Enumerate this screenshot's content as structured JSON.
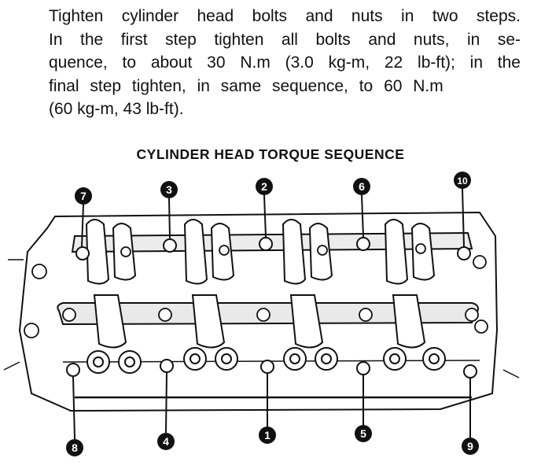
{
  "instructions": {
    "lines": [
      "Tighten cylinder head bolts and nuts in two steps.",
      "In the first step tighten all bolts and nuts, in se-",
      "quence, to about 30 N.m (3.0 kg-m, 22 lb-ft); in the",
      "final step tighten, in same sequence, to 60 N.m",
      "(60 kg-m, 43 lb-ft)."
    ]
  },
  "figure": {
    "title": "CYLINDER HEAD TORQUE SEQUENCE",
    "callouts_top": [
      "7",
      "3",
      "2",
      "6",
      "10"
    ],
    "callouts_bottom": [
      "8",
      "4",
      "1",
      "5",
      "9"
    ]
  },
  "colors": {
    "ink": "#111111",
    "paper": "#ffffff"
  }
}
